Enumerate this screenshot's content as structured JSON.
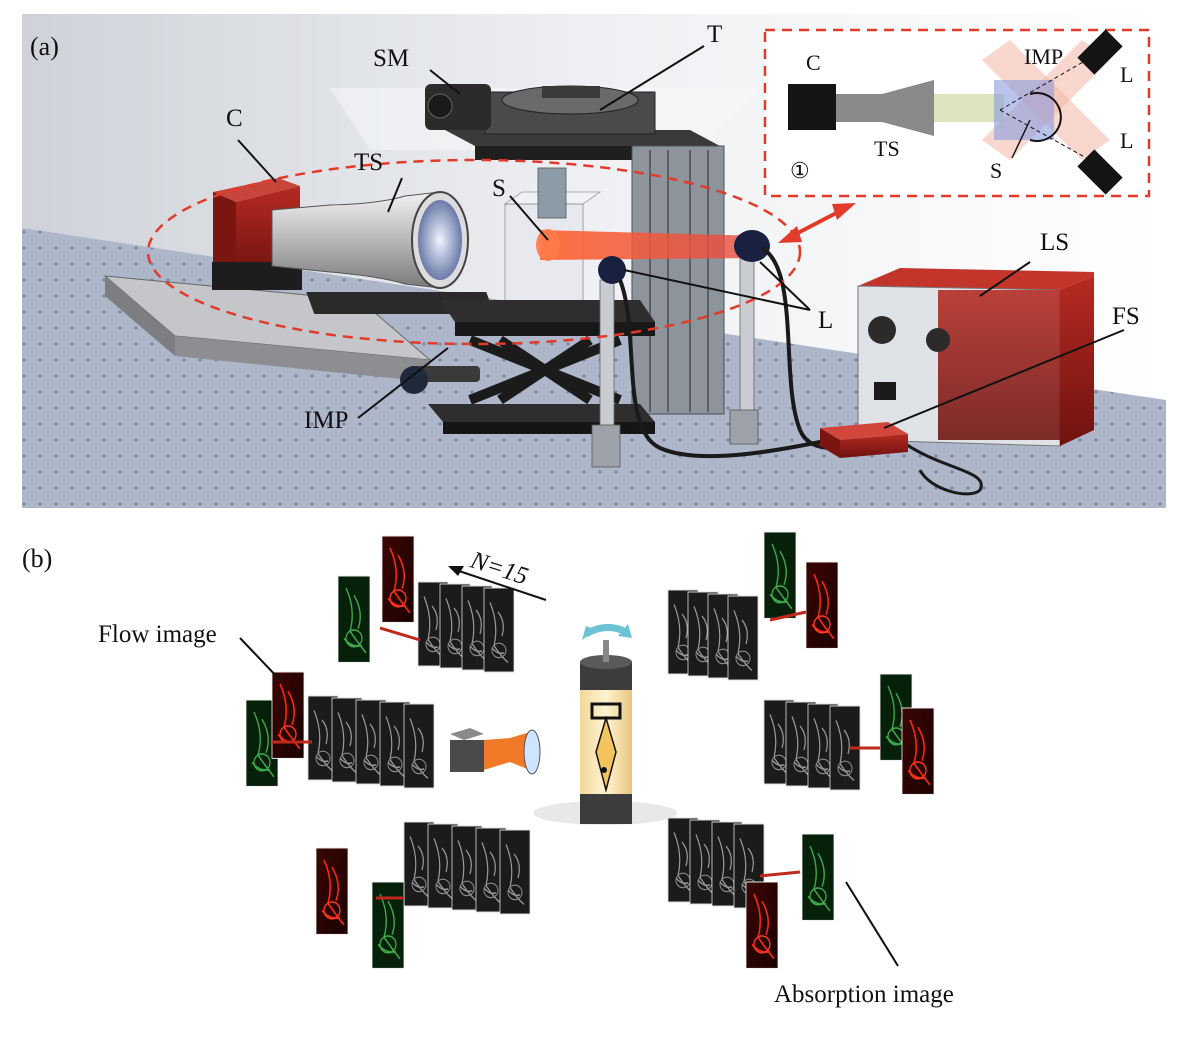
{
  "figure": {
    "panel_a": {
      "label": "(a)",
      "components": {
        "camera": "C",
        "telecentric": "TS",
        "stepper": "SM",
        "turntable": "T",
        "sample": "S",
        "lens": "L",
        "light_source": "LS",
        "fiber": "FS",
        "imp": "IMP"
      },
      "inset": {
        "index": "①",
        "camera": "C",
        "telecentric": "TS",
        "imp": "IMP",
        "sample": "S",
        "lens_top": "L",
        "lens_bottom": "L"
      }
    },
    "panel_b": {
      "label": "(b)",
      "flow_image": "Flow image",
      "absorption_image": "Absorption image",
      "n_label": "N=15",
      "stacks": 6
    },
    "colors": {
      "accent": "#e23b2a",
      "flow": "#d42818",
      "absorption": "#2f8a3a",
      "table": "#aeb6ca",
      "rotation": "#6cc3d6"
    }
  }
}
